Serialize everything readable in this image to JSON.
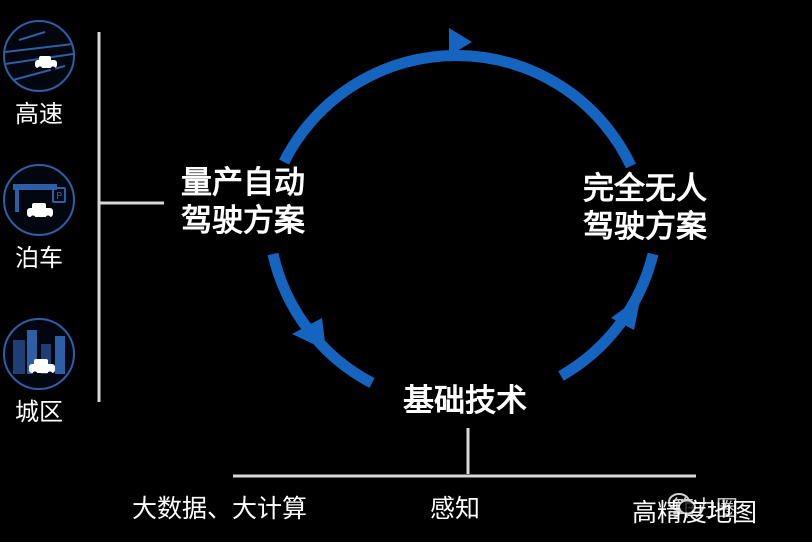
{
  "scenarios": [
    {
      "label": "高速",
      "icon": "highway-car-icon"
    },
    {
      "label": "泊车",
      "icon": "parking-car-icon"
    },
    {
      "label": "城区",
      "icon": "city-car-icon"
    }
  ],
  "cycle": {
    "left": {
      "line1": "量产自动",
      "line2": "驾驶方案"
    },
    "right": {
      "line1": "完全无人",
      "line2": "驾驶方案"
    },
    "bottom": "基础技术"
  },
  "foundations": [
    "大数据、大计算",
    "感知",
    "高精度地图"
  ],
  "watermark": {
    "text": "算力圈",
    "icon": "wechat-icon"
  },
  "colors": {
    "accent": "#1565c0",
    "scene_border": "#2d5fa6",
    "line": "#d9d9d9"
  }
}
